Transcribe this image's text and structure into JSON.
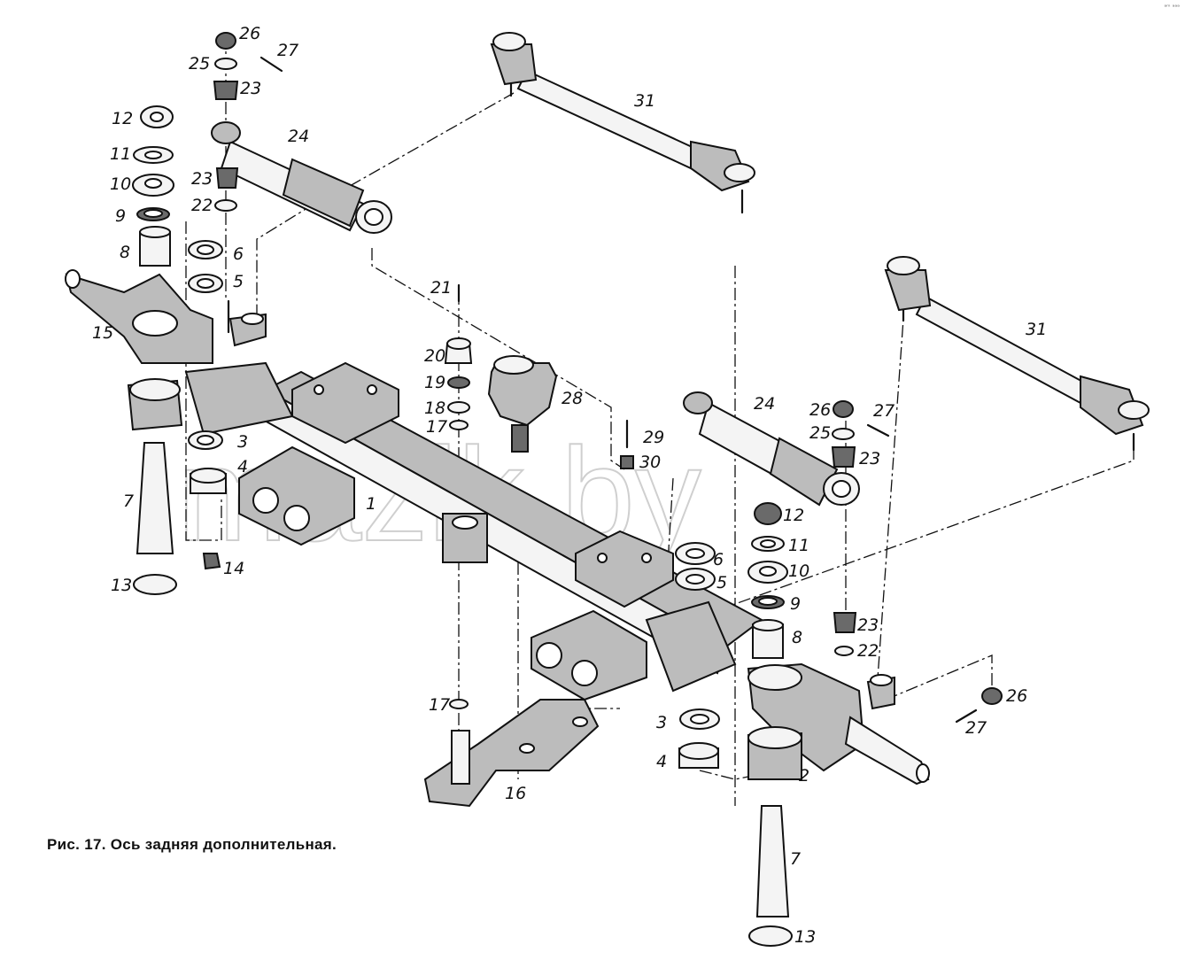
{
  "caption": "Рис. 17. Ось задняя дополнительная.",
  "corner_mark": "ᵃᵐ ᵃᵃᵃ",
  "watermark": "mazik.by",
  "labels": {
    "l1": "1",
    "l2": "2",
    "l3a": "3",
    "l3b": "3",
    "l4a": "4",
    "l4b": "4",
    "l5a": "5",
    "l5b": "5",
    "l6a": "6",
    "l6b": "6",
    "l7a": "7",
    "l7b": "7",
    "l8a": "8",
    "l8b": "8",
    "l9a": "9",
    "l9b": "9",
    "l10a": "10",
    "l10b": "10",
    "l11a": "11",
    "l11b": "11",
    "l12a": "12",
    "l12b": "12",
    "l13a": "13",
    "l13b": "13",
    "l14": "14",
    "l15": "15",
    "l16": "16",
    "l17a": "17",
    "l17b": "17",
    "l18": "18",
    "l19": "19",
    "l20": "20",
    "l21": "21",
    "l22a": "22",
    "l22b": "22",
    "l23a": "23",
    "l23b": "23",
    "l23c": "23",
    "l23d": "23",
    "l24a": "24",
    "l24b": "24",
    "l25a": "25",
    "l25b": "25",
    "l26a": "26",
    "l26b": "26",
    "l26c": "26",
    "l27a": "27",
    "l27b": "27",
    "l27c": "27",
    "l28": "28",
    "l29": "29",
    "l30": "30",
    "l31a": "31",
    "l31b": "31"
  }
}
